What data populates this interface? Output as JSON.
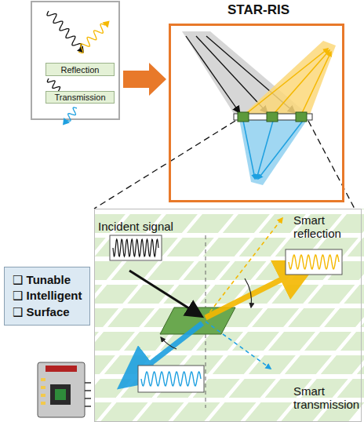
{
  "diagram": {
    "nodes": [
      {
        "text": [
          "Reflection"
        ]
      },
      {
        "text": [
          "Transmission"
        ]
      },
      {
        "text": [
          "STAR-RIS"
        ]
      },
      {
        "text": [
          "❑ Tunable",
          "❑ Intelligent",
          "❑ Surface"
        ]
      }
    ],
    "labels": [
      "Incident signal",
      "Smart reflection",
      "Smart transmission"
    ]
  }
}
